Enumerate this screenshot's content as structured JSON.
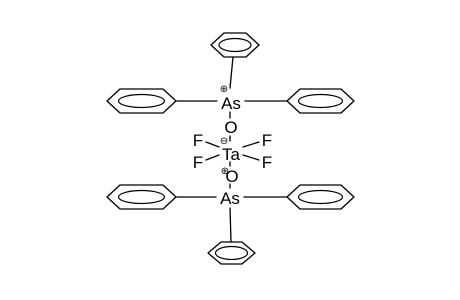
{
  "molecule": {
    "atoms": {
      "as_top": "As",
      "o_top": "O",
      "ta": "Ta",
      "o_bottom": "O",
      "as_bottom": "As",
      "f_upper_left": "F",
      "f_upper_right": "F",
      "f_lower_left": "F",
      "f_lower_right": "F"
    },
    "charges": {
      "as_top": "⊕",
      "ta": "⊖",
      "as_bottom": "⊕"
    }
  }
}
